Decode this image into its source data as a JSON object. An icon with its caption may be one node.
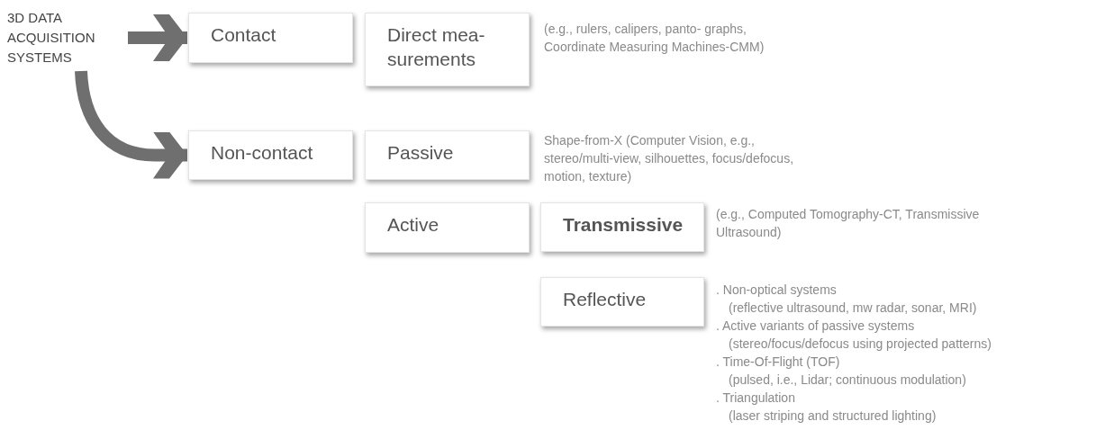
{
  "diagram": {
    "nodes": [
      {
        "text": [
          "3D DATA ACQUISITION SYSTEMS"
        ]
      },
      {
        "text": [
          "Contact"
        ]
      },
      {
        "text": [
          "Direct mea- surements"
        ],
        "beside": [
          "(e.g., rulers, calipers, panto- graphs, Coordinate Measuring Machines-CMM)"
        ]
      },
      {
        "text": [
          "Non-contact"
        ]
      },
      {
        "text": [
          "Passive"
        ],
        "beside": [
          "Shape-from-X (Computer Vision, e.g., stereo/multi-view, silhouettes, focus/defocus, motion, texture)"
        ]
      },
      {
        "text": [
          "Active"
        ]
      },
      {
        "text": [
          "Transmissive"
        ],
        "beside": [
          "(e.g., Computed Tomography-CT, Transmissive Ultrasound)"
        ]
      },
      {
        "text": [
          "Reflective"
        ],
        "beside": [
          ". Non-optical systems",
          "(reflective ultrasound, mw radar, sonar, MRI)",
          ". Active variants of passive systems",
          "(stereo/focus/defocus using projected patterns)",
          ". Time-Of-Flight (TOF)",
          "(pulsed, i.e., Lidar; continuous modulation)",
          ". Triangulation",
          "(laser striping and structured lighting)"
        ]
      }
    ],
    "edges": [
      {
        "from": 0,
        "to": 1,
        "arrow": "to"
      },
      {
        "from": 0,
        "to": 3,
        "arrow": "to"
      }
    ]
  }
}
